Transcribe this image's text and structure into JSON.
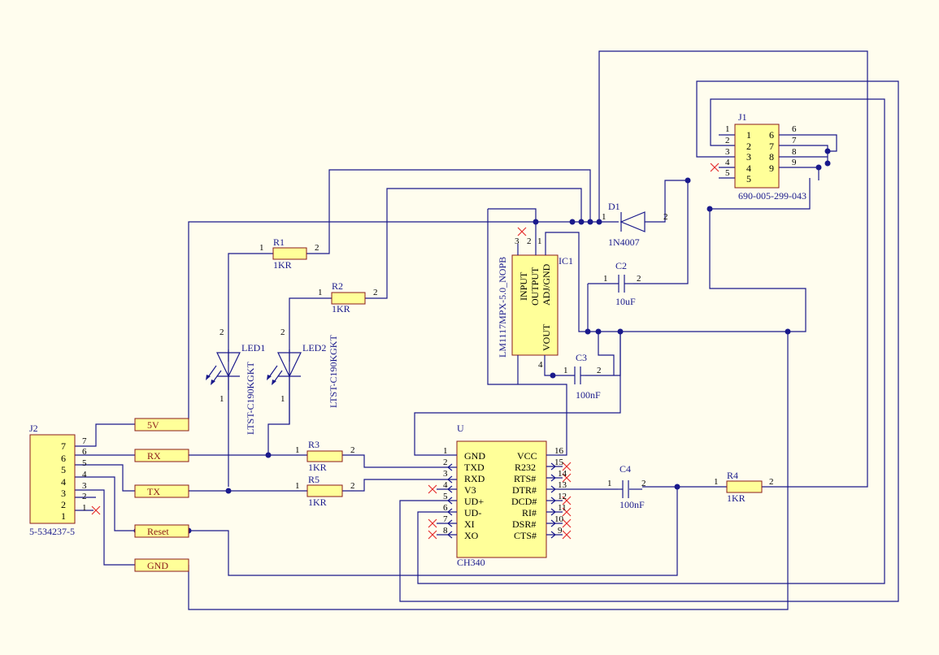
{
  "net_labels": {
    "v5": "5V",
    "rx": "RX",
    "tx": "TX",
    "reset": "Reset",
    "gnd": "GND"
  },
  "J2": {
    "ref": "J2",
    "value": "5-534237-5",
    "pins": [
      "7",
      "6",
      "5",
      "4",
      "3",
      "2",
      "1"
    ]
  },
  "J1": {
    "ref": "J1",
    "value": "690-005-299-043",
    "inner_left": [
      "1",
      "2",
      "3",
      "4",
      "5"
    ],
    "inner_right": [
      "6",
      "7",
      "8",
      "9"
    ],
    "outer_left": [
      "1",
      "2",
      "3",
      "4",
      "5"
    ],
    "outer_right": [
      "6",
      "7",
      "8",
      "9"
    ]
  },
  "R1": {
    "ref": "R1",
    "value": "1KR",
    "p1": "1",
    "p2": "2"
  },
  "R2": {
    "ref": "R2",
    "value": "1KR",
    "p1": "1",
    "p2": "2"
  },
  "R3": {
    "ref": "R3",
    "value": "1KR",
    "p1": "1",
    "p2": "2"
  },
  "R5": {
    "ref": "R5",
    "value": "1KR",
    "p1": "1",
    "p2": "2"
  },
  "R4": {
    "ref": "R4",
    "value": "1KR",
    "p1": "1",
    "p2": "2"
  },
  "LED1": {
    "ref": "LED1",
    "value": "LTST-C190KGKT",
    "p1": "1",
    "p2": "2"
  },
  "LED2": {
    "ref": "LED2",
    "value": "LTST-C190KGKT",
    "p1": "1",
    "p2": "2"
  },
  "D1": {
    "ref": "D1",
    "value": "1N4007",
    "p1": "1",
    "p2": "2"
  },
  "C2": {
    "ref": "C2",
    "value": "10uF",
    "p1": "1",
    "p2": "2"
  },
  "C3": {
    "ref": "C3",
    "value": "100nF",
    "p1": "1",
    "p2": "2"
  },
  "C4": {
    "ref": "C4",
    "value": "100nF",
    "p1": "1",
    "p2": "2"
  },
  "IC1": {
    "ref": "IC1",
    "value": "LM1117MPX-5.0_NOPB",
    "pin_input": "INPUT",
    "pin_output": "OUTPUT",
    "pin_adj": "ADJ/GND",
    "pin_vout": "VOUT",
    "n3": "3",
    "n2": "2",
    "n1": "1",
    "n4": "4"
  },
  "U": {
    "ref": "U",
    "value": "CH340",
    "left": [
      "GND",
      "TXD",
      "RXD",
      "V3",
      "UD+",
      "UD-",
      "XI",
      "XO"
    ],
    "left_nums": [
      "1",
      "2",
      "3",
      "4",
      "5",
      "6",
      "7",
      "8"
    ],
    "right": [
      "VCC",
      "R232",
      "RTS#",
      "DTR#",
      "DCD#",
      "RI#",
      "DSR#",
      "CTS#"
    ],
    "right_nums": [
      "16",
      "15",
      "14",
      "13",
      "12",
      "11",
      "10",
      "9"
    ]
  }
}
